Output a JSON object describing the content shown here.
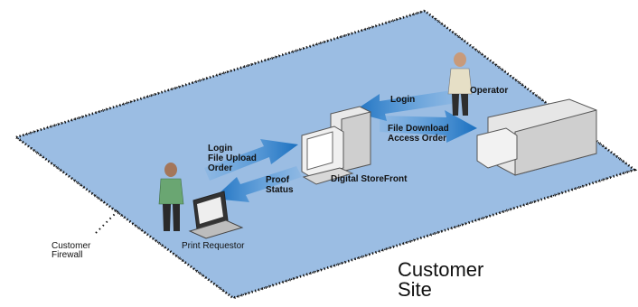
{
  "labels": {
    "login_operator": "Login",
    "operator": "Operator",
    "file_download": "File Download",
    "access_order": "Access Order",
    "login_requestor": "Login",
    "file_upload": "File Upload",
    "order": "Order",
    "proof": "Proof",
    "status": "Status",
    "storefront": "Digital StoreFront",
    "print_requestor": "Print Requestor",
    "customer_firewall_1": "Customer",
    "customer_firewall_2": "Firewall",
    "customer_site_1": "Customer",
    "customer_site_2": "Site"
  },
  "colors": {
    "plane": "#9bbde3",
    "plane_edge": "#1a1a1a",
    "arrow": "#1a6fbf",
    "arrow_dark": "#0f4f8f"
  },
  "icons": [
    "operator-person-icon",
    "printer-icon",
    "computer-server-icon",
    "laptop-icon",
    "requestor-person-icon"
  ]
}
